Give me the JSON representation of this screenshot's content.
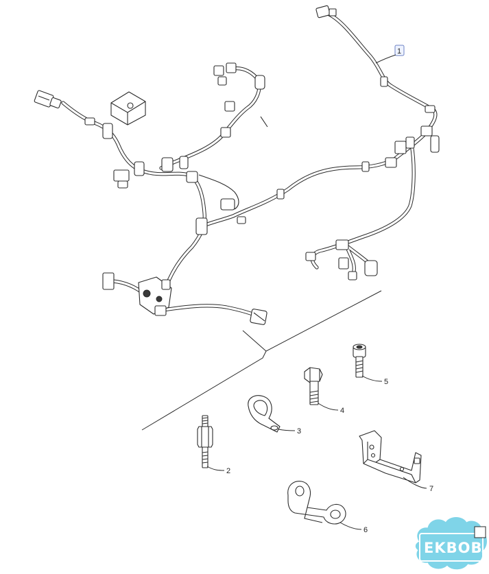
{
  "callouts": [
    {
      "id": "1",
      "label": "1"
    },
    {
      "id": "2",
      "label": "2"
    },
    {
      "id": "3",
      "label": "3"
    },
    {
      "id": "4",
      "label": "4"
    },
    {
      "id": "5",
      "label": "5"
    },
    {
      "id": "6",
      "label": "6"
    },
    {
      "id": "7",
      "label": "7"
    }
  ],
  "watermark": {
    "text": "EKBOB",
    "colors": {
      "cloud": "#7fd4e8",
      "text": "#ffffff"
    }
  },
  "colors": {
    "line": "#2a2a2a",
    "callout_highlight": "#6c82c4"
  }
}
